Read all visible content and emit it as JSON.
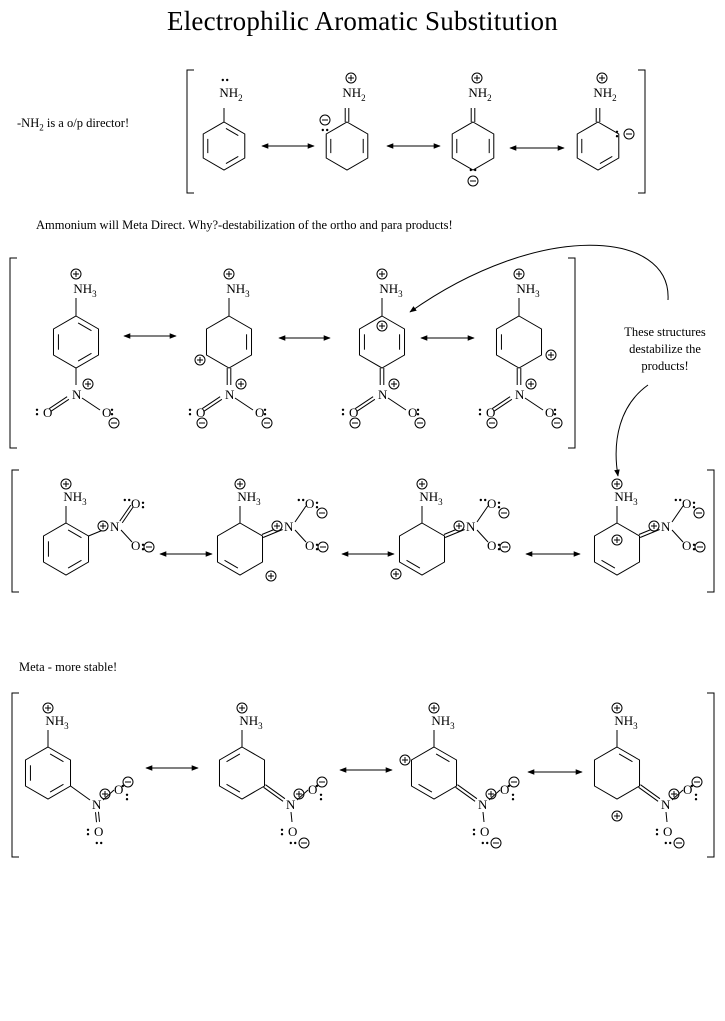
{
  "title": "Electrophilic Aromatic Substitution",
  "notes": {
    "op_director_pre": "-NH",
    "op_director_sub": "2",
    "op_director_post": " is a o/p director!",
    "ammonium": "Ammonium will Meta Direct.  Why?-destabilization of the ortho and para products!",
    "destabilize": "These structures destabilize the products!",
    "meta": "Meta - more stable!"
  },
  "labels": {
    "nh": "NH",
    "n": "N",
    "o": "O",
    "sub2": "2",
    "sub3": "3",
    "plus": "+",
    "minus": "−"
  }
}
